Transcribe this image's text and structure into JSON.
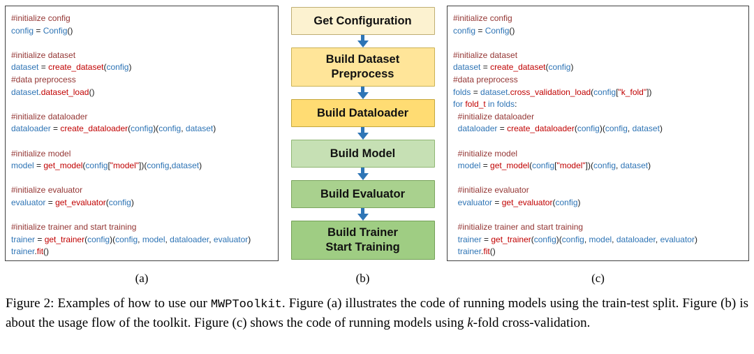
{
  "code_colors": {
    "c": "#943634",
    "b": "#2E74B5",
    "r": "#C00000",
    "k": "#1A1A1A"
  },
  "panel_a": {
    "label": "(a)",
    "lines": [
      [
        [
          "#initialize config",
          "c"
        ]
      ],
      [
        [
          "config",
          "b"
        ],
        [
          " = ",
          "k"
        ],
        [
          "Config",
          "b"
        ],
        [
          "()",
          "k"
        ]
      ],
      [],
      [
        [
          "#initialize dataset",
          "c"
        ]
      ],
      [
        [
          "dataset",
          "b"
        ],
        [
          " = ",
          "k"
        ],
        [
          "create_dataset",
          "r"
        ],
        [
          "(",
          "k"
        ],
        [
          "config",
          "b"
        ],
        [
          ")",
          "k"
        ]
      ],
      [
        [
          "#data preprocess",
          "c"
        ]
      ],
      [
        [
          "dataset",
          "b"
        ],
        [
          ".",
          "k"
        ],
        [
          "dataset_load",
          "r"
        ],
        [
          "()",
          "k"
        ]
      ],
      [],
      [
        [
          "#initialize dataloader",
          "c"
        ]
      ],
      [
        [
          "dataloader",
          "b"
        ],
        [
          " = ",
          "k"
        ],
        [
          "create_dataloader",
          "r"
        ],
        [
          "(",
          "k"
        ],
        [
          "config",
          "b"
        ],
        [
          ")(",
          "k"
        ],
        [
          "config",
          "b"
        ],
        [
          ", ",
          "k"
        ],
        [
          "dataset",
          "b"
        ],
        [
          ")",
          "k"
        ]
      ],
      [],
      [
        [
          "#initialize model",
          "c"
        ]
      ],
      [
        [
          "model",
          "b"
        ],
        [
          " = ",
          "k"
        ],
        [
          "get_model",
          "r"
        ],
        [
          "(",
          "k"
        ],
        [
          "config",
          "b"
        ],
        [
          "[",
          "k"
        ],
        [
          "\"model\"",
          "r"
        ],
        [
          "]",
          "k"
        ],
        [
          ")(",
          "k"
        ],
        [
          "config",
          "b"
        ],
        [
          ",",
          "k"
        ],
        [
          "dataset",
          "b"
        ],
        [
          ")",
          "k"
        ]
      ],
      [],
      [
        [
          "#initialize evaluator",
          "c"
        ]
      ],
      [
        [
          "evaluator",
          "b"
        ],
        [
          " = ",
          "k"
        ],
        [
          "get_evaluator",
          "r"
        ],
        [
          "(",
          "k"
        ],
        [
          "config",
          "b"
        ],
        [
          ")",
          "k"
        ]
      ],
      [],
      [
        [
          "#initialize trainer and start training",
          "c"
        ]
      ],
      [
        [
          "trainer",
          "b"
        ],
        [
          " = ",
          "k"
        ],
        [
          "get_trainer",
          "r"
        ],
        [
          "(",
          "k"
        ],
        [
          "config",
          "b"
        ],
        [
          ")(",
          "k"
        ],
        [
          "config",
          "b"
        ],
        [
          ", ",
          "k"
        ],
        [
          "model",
          "b"
        ],
        [
          ", ",
          "k"
        ],
        [
          "dataloader",
          "b"
        ],
        [
          ", ",
          "k"
        ],
        [
          "evaluator",
          "b"
        ],
        [
          ")",
          "k"
        ]
      ],
      [
        [
          "trainer",
          "b"
        ],
        [
          ".",
          "k"
        ],
        [
          "fit",
          "r"
        ],
        [
          "()",
          "k"
        ]
      ]
    ]
  },
  "flowchart": {
    "label": "(b)",
    "arrow_color": "#2E75B6",
    "boxes": [
      {
        "lines": [
          "Get Configuration"
        ],
        "fill": "#FCF2D0",
        "border": "#BFAE73"
      },
      {
        "lines": [
          "Build Dataset",
          "Preprocess"
        ],
        "fill": "#FFE599",
        "border": "#CBB254"
      },
      {
        "lines": [
          "Build Dataloader"
        ],
        "fill": "#FFDC73",
        "border": "#C4A73E"
      },
      {
        "lines": [
          "Build Model"
        ],
        "fill": "#C6E0B4",
        "border": "#8FB673"
      },
      {
        "lines": [
          "Build Evaluator"
        ],
        "fill": "#A9D18E",
        "border": "#7CA55F"
      },
      {
        "lines": [
          "Build Trainer",
          "Start Training"
        ],
        "fill": "#9FCD83",
        "border": "#74A057"
      }
    ]
  },
  "panel_c": {
    "label": "(c)",
    "lines": [
      [
        [
          "#initialize config",
          "c"
        ]
      ],
      [
        [
          "config",
          "b"
        ],
        [
          " = ",
          "k"
        ],
        [
          "Config",
          "b"
        ],
        [
          "()",
          "k"
        ]
      ],
      [],
      [
        [
          "#initialize dataset",
          "c"
        ]
      ],
      [
        [
          "dataset",
          "b"
        ],
        [
          " = ",
          "k"
        ],
        [
          "create_dataset",
          "r"
        ],
        [
          "(",
          "k"
        ],
        [
          "config",
          "b"
        ],
        [
          ")",
          "k"
        ]
      ],
      [
        [
          "#data preprocess",
          "c"
        ]
      ],
      [
        [
          "folds",
          "b"
        ],
        [
          " = ",
          "k"
        ],
        [
          "dataset",
          "b"
        ],
        [
          ".",
          "k"
        ],
        [
          "cross_validation_load",
          "r"
        ],
        [
          "(",
          "k"
        ],
        [
          "config",
          "b"
        ],
        [
          "[",
          "k"
        ],
        [
          "\"k_fold\"",
          "r"
        ],
        [
          "]",
          "k"
        ],
        [
          ")",
          "k"
        ]
      ],
      [
        [
          "for ",
          "b"
        ],
        [
          "fold_t",
          "r"
        ],
        [
          " in ",
          "b"
        ],
        [
          "folds",
          "b"
        ],
        [
          ":",
          "k"
        ]
      ],
      [
        [
          "  #initialize dataloader",
          "c"
        ]
      ],
      [
        [
          "  ",
          "k"
        ],
        [
          "dataloader",
          "b"
        ],
        [
          " = ",
          "k"
        ],
        [
          "create_dataloader",
          "r"
        ],
        [
          "(",
          "k"
        ],
        [
          "config",
          "b"
        ],
        [
          ")(",
          "k"
        ],
        [
          "config",
          "b"
        ],
        [
          ", ",
          "k"
        ],
        [
          "dataset",
          "b"
        ],
        [
          ")",
          "k"
        ]
      ],
      [],
      [
        [
          "  #initialize model",
          "c"
        ]
      ],
      [
        [
          "  ",
          "k"
        ],
        [
          "model",
          "b"
        ],
        [
          " = ",
          "k"
        ],
        [
          "get_model",
          "r"
        ],
        [
          "(",
          "k"
        ],
        [
          "config",
          "b"
        ],
        [
          "[",
          "k"
        ],
        [
          "\"model\"",
          "r"
        ],
        [
          "]",
          "k"
        ],
        [
          ")(",
          "k"
        ],
        [
          "config",
          "b"
        ],
        [
          ", ",
          "k"
        ],
        [
          "dataset",
          "b"
        ],
        [
          ")",
          "k"
        ]
      ],
      [],
      [
        [
          "  #initialize evaluator",
          "c"
        ]
      ],
      [
        [
          "  ",
          "k"
        ],
        [
          "evaluator",
          "b"
        ],
        [
          " = ",
          "k"
        ],
        [
          "get_evaluator",
          "r"
        ],
        [
          "(",
          "k"
        ],
        [
          "config",
          "b"
        ],
        [
          ")",
          "k"
        ]
      ],
      [],
      [
        [
          "  #initialize trainer and start training",
          "c"
        ]
      ],
      [
        [
          "  ",
          "k"
        ],
        [
          "trainer",
          "b"
        ],
        [
          " = ",
          "k"
        ],
        [
          "get_trainer",
          "r"
        ],
        [
          "(",
          "k"
        ],
        [
          "config",
          "b"
        ],
        [
          ")(",
          "k"
        ],
        [
          "config",
          "b"
        ],
        [
          ", ",
          "k"
        ],
        [
          "model",
          "b"
        ],
        [
          ", ",
          "k"
        ],
        [
          "dataloader",
          "b"
        ],
        [
          ", ",
          "k"
        ],
        [
          "evaluator",
          "b"
        ],
        [
          ")",
          "k"
        ]
      ],
      [
        [
          "  ",
          "k"
        ],
        [
          "trainer",
          "b"
        ],
        [
          ".",
          "k"
        ],
        [
          "fit",
          "r"
        ],
        [
          "()",
          "k"
        ]
      ]
    ]
  },
  "caption": {
    "segments": [
      {
        "t": "Figure 2: Examples of how to use our ",
        "style": "serif"
      },
      {
        "t": "MWPToolkit",
        "style": "mono"
      },
      {
        "t": ". Figure (a) illustrates the code of running models using the train-test split. Figure (b) is about the usage flow of the toolkit. Figure (c) shows the code of running models using ",
        "style": "serif"
      },
      {
        "t": "k",
        "style": "italic"
      },
      {
        "t": "-fold cross-validation.",
        "style": "serif"
      }
    ]
  }
}
